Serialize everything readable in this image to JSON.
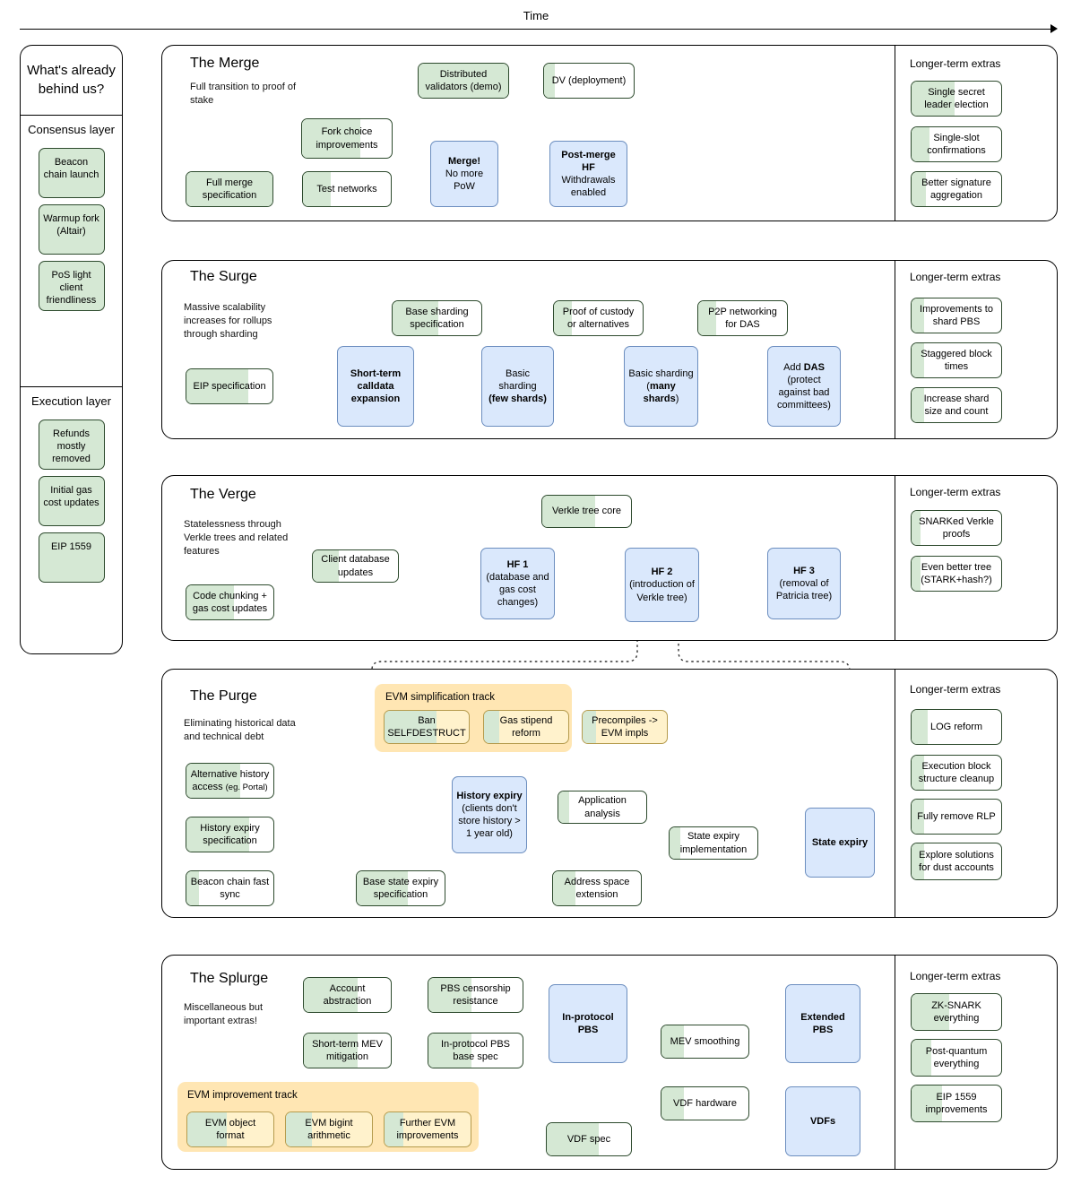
{
  "time_axis": {
    "label": "Time"
  },
  "sidebar": {
    "heading": "What's already behind us?",
    "sections": [
      {
        "title": "Consensus layer",
        "items": [
          "Beacon chain launch",
          "Warmup fork (Altair)",
          "PoS light client friendliness"
        ]
      },
      {
        "title": "Execution layer",
        "items": [
          "Refunds mostly removed",
          "Initial gas cost updates",
          "EIP 1559"
        ]
      }
    ]
  },
  "extras_heading": "Longer-term extras",
  "phases": [
    {
      "id": "merge",
      "title": "The Merge",
      "subtitle": "Full transition to proof of stake",
      "nodes": [
        {
          "name": "distributed-validators",
          "label": "Distributed validators (demo)",
          "kind": "green",
          "fill": 100
        },
        {
          "name": "dv-deployment",
          "label": "DV (deployment)",
          "kind": "green",
          "fill": 12
        },
        {
          "name": "fork-choice-improvements",
          "label": "Fork choice improvements",
          "kind": "green",
          "fill": 65
        },
        {
          "name": "full-merge-specification",
          "label": "Full merge specification",
          "kind": "green",
          "fill": 100
        },
        {
          "name": "test-networks",
          "label": "Test networks",
          "kind": "green",
          "fill": 32
        },
        {
          "name": "merge-no-more-pow",
          "label": "Merge! No more PoW",
          "kind": "blue",
          "fill": 0
        },
        {
          "name": "post-merge-hf",
          "label": "Post-merge HF Withdrawals enabled",
          "kind": "blue",
          "fill": 0
        }
      ],
      "extras": [
        {
          "label": "Single secret leader election",
          "fill": 48
        },
        {
          "label": "Single-slot confirmations",
          "fill": 20
        },
        {
          "label": "Better signature aggregation",
          "fill": 16
        }
      ]
    },
    {
      "id": "surge",
      "title": "The Surge",
      "subtitle": "Massive scalability increases for rollups through sharding",
      "nodes": [
        {
          "name": "base-sharding-specification",
          "label": "Base sharding specification",
          "kind": "green",
          "fill": 52
        },
        {
          "name": "proof-of-custody",
          "label": "Proof of custody or alternatives",
          "kind": "green",
          "fill": 20
        },
        {
          "name": "p2p-networking-for-das",
          "label": "P2P networking for DAS",
          "kind": "green",
          "fill": 20
        },
        {
          "name": "eip-specification",
          "label": "EIP specification",
          "kind": "green",
          "fill": 72
        },
        {
          "name": "short-term-calldata-expansion",
          "label": "Short-term calldata expansion",
          "kind": "blue",
          "fill": 0
        },
        {
          "name": "basic-sharding-few-shards",
          "label": "Basic sharding (few shards)",
          "kind": "blue",
          "fill": 0
        },
        {
          "name": "basic-sharding-many-shards",
          "label": "Basic sharding (many shards)",
          "kind": "blue",
          "fill": 0
        },
        {
          "name": "add-das",
          "label": "Add DAS (protect against bad committees)",
          "kind": "blue",
          "fill": 0
        }
      ],
      "extras": [
        {
          "label": "Improvements to shard PBS",
          "fill": 14
        },
        {
          "label": "Staggered block times",
          "fill": 14
        },
        {
          "label": "Increase shard size and count",
          "fill": 14
        }
      ]
    },
    {
      "id": "verge",
      "title": "The Verge",
      "subtitle": "Statelessness through Verkle trees and related features",
      "nodes": [
        {
          "name": "verkle-tree-core",
          "label": "Verkle tree core",
          "kind": "green",
          "fill": 60
        },
        {
          "name": "client-database-updates",
          "label": "Client database updates",
          "kind": "green",
          "fill": 30
        },
        {
          "name": "code-chunking-gas-cost-updates",
          "label": "Code chunking + gas cost updates",
          "kind": "green",
          "fill": 55
        },
        {
          "name": "hf-1",
          "label": "HF 1 (database and gas cost changes)",
          "kind": "blue",
          "fill": 0
        },
        {
          "name": "hf-2",
          "label": "HF 2 (introduction of Verkle tree)",
          "kind": "blue",
          "fill": 0
        },
        {
          "name": "hf-3",
          "label": "HF 3 (removal of Patricia tree)",
          "kind": "blue",
          "fill": 0
        }
      ],
      "extras": [
        {
          "label": "SNARKed Verkle proofs",
          "fill": 10
        },
        {
          "label": "Even better tree (STARK+hash?)",
          "fill": 10
        }
      ]
    },
    {
      "id": "purge",
      "title": "The Purge",
      "subtitle": "Eliminating historical data and technical debt",
      "track": {
        "title": "EVM simplification track",
        "items": [
          {
            "label": "Ban SELFDESTRUCT",
            "fill": 62
          },
          {
            "label": "Gas stipend reform",
            "fill": 18
          },
          {
            "label": "Precompiles -> EVM impls",
            "fill": 16
          }
        ]
      },
      "nodes": [
        {
          "name": "alternative-history-access",
          "label": "Alternative history access (eg. Portal)",
          "kind": "green",
          "fill": 62
        },
        {
          "name": "history-expiry-specification",
          "label": "History expiry specification",
          "kind": "green",
          "fill": 72
        },
        {
          "name": "beacon-chain-fast-sync",
          "label": "Beacon chain fast sync",
          "kind": "green",
          "fill": 14
        },
        {
          "name": "history-expiry",
          "label": "History expiry (clients don't store history > 1 year old)",
          "kind": "blue",
          "fill": 0
        },
        {
          "name": "application-analysis",
          "label": "Application analysis",
          "kind": "green",
          "fill": 12
        },
        {
          "name": "state-expiry-implementation",
          "label": "State expiry implementation",
          "kind": "green",
          "fill": 12
        },
        {
          "name": "base-state-expiry-specification",
          "label": "Base state expiry specification",
          "kind": "green",
          "fill": 58
        },
        {
          "name": "address-space-extension",
          "label": "Address space extension",
          "kind": "green",
          "fill": 26
        },
        {
          "name": "state-expiry",
          "label": "State expiry",
          "kind": "blue",
          "fill": 0
        }
      ],
      "extras": [
        {
          "label": "LOG reform",
          "fill": 18
        },
        {
          "label": "Execution block structure cleanup",
          "fill": 14
        },
        {
          "label": "Fully remove RLP",
          "fill": 14
        },
        {
          "label": "Explore solutions for dust accounts",
          "fill": 14
        }
      ]
    },
    {
      "id": "splurge",
      "title": "The Splurge",
      "subtitle": "Miscellaneous but important extras!",
      "track": {
        "title": "EVM improvement track",
        "items": [
          {
            "label": "EVM object format",
            "fill": 46
          },
          {
            "label": "EVM bigint arithmetic",
            "fill": 30
          },
          {
            "label": "Further EVM improvements",
            "fill": 22
          }
        ]
      },
      "nodes": [
        {
          "name": "account-abstraction",
          "label": "Account abstraction",
          "kind": "green",
          "fill": 62
        },
        {
          "name": "pbs-censorship-resistance",
          "label": "PBS censorship resistance",
          "kind": "green",
          "fill": 46
        },
        {
          "name": "short-term-mev-mitigation",
          "label": "Short-term MEV mitigation",
          "kind": "green",
          "fill": 62
        },
        {
          "name": "in-protocol-pbs-base-spec",
          "label": "In-protocol PBS base spec",
          "kind": "green",
          "fill": 46
        },
        {
          "name": "in-protocol-pbs",
          "label": "In-protocol PBS",
          "kind": "blue",
          "fill": 0
        },
        {
          "name": "mev-smoothing",
          "label": "MEV smoothing",
          "kind": "green",
          "fill": 26
        },
        {
          "name": "extended-pbs",
          "label": "Extended PBS",
          "kind": "blue",
          "fill": 0
        },
        {
          "name": "vdf-hardware",
          "label": "VDF hardware",
          "kind": "green",
          "fill": 26
        },
        {
          "name": "vdf-spec",
          "label": "VDF spec",
          "kind": "green",
          "fill": 62
        },
        {
          "name": "vdfs",
          "label": "VDFs",
          "kind": "blue",
          "fill": 0
        }
      ],
      "extras": [
        {
          "label": "ZK-SNARK everything",
          "fill": 42
        },
        {
          "label": "Post-quantum everything",
          "fill": 22
        },
        {
          "label": "EIP 1559 improvements",
          "fill": 34
        }
      ]
    }
  ],
  "colors": {
    "green_fill": "#d5e8d4",
    "green_stroke": "#2d4a2d",
    "blue_fill": "#dae8fc",
    "blue_stroke": "#6c8ebf",
    "track_bg": "#ffe6b3",
    "yellow_fill": "#fff2cc"
  }
}
